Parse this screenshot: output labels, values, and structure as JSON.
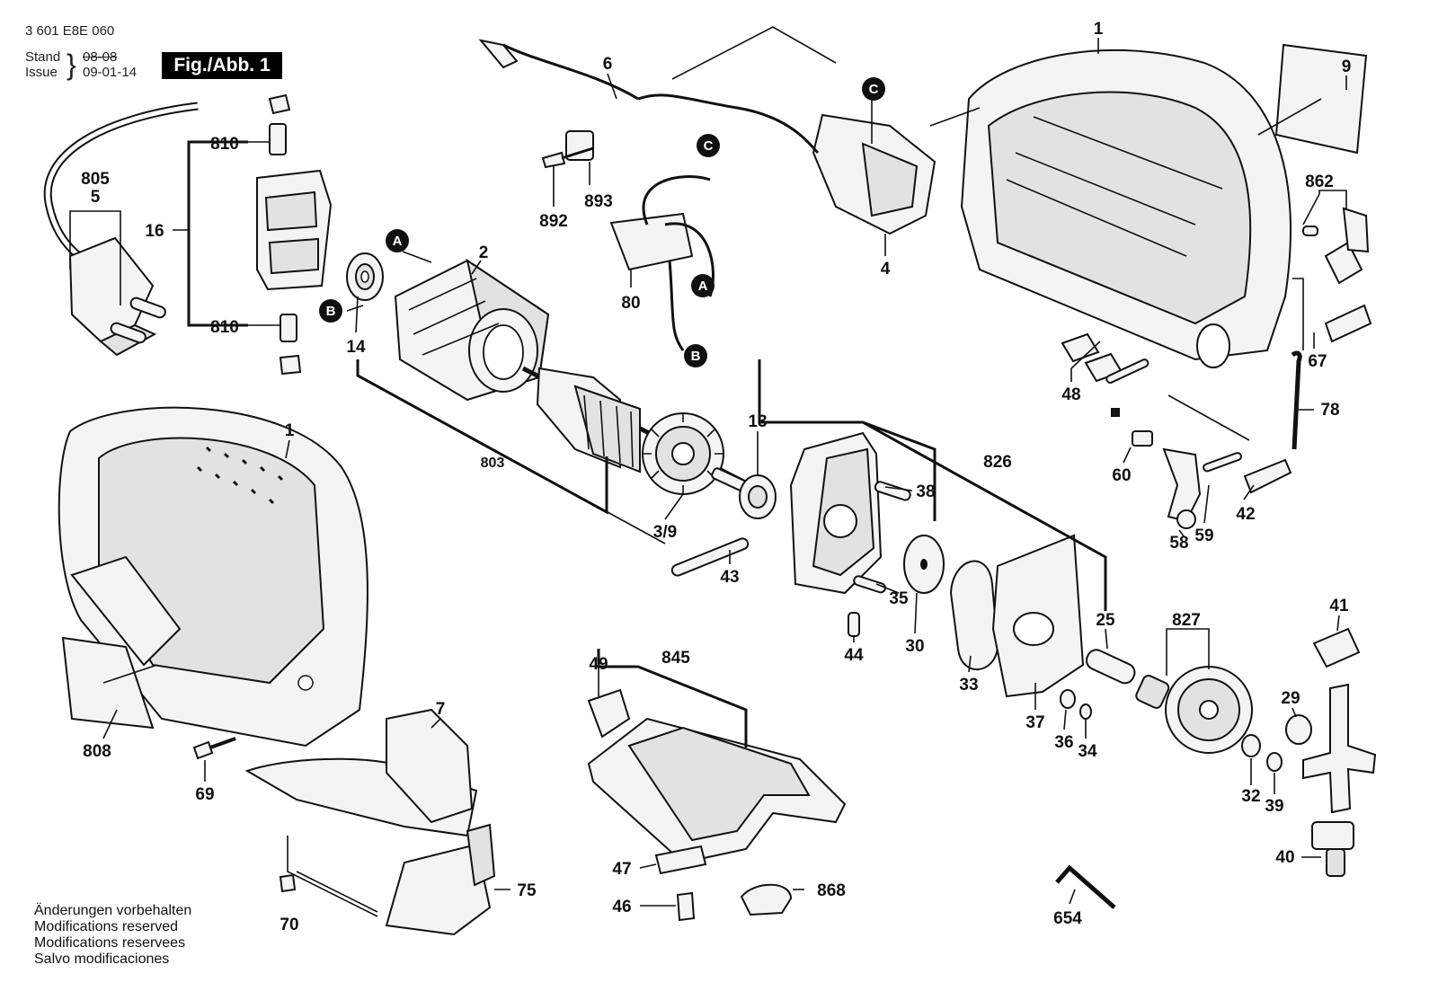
{
  "header": {
    "doc_number": "3 601 E8E 060",
    "stand_label": "Stand",
    "issue_label": "Issue",
    "stand_date": "08-08",
    "issue_date": "09-01-14",
    "figure": "Fig./Abb. 1"
  },
  "notes": [
    "Änderungen vorbehalten",
    "Modifications reserved",
    "Modifications reservees",
    "Salvo modificaciones"
  ],
  "reference_markers": [
    "A",
    "B",
    "C"
  ],
  "callouts": [
    {
      "id": "c1a",
      "label": "1"
    },
    {
      "id": "c1b",
      "label": "1"
    },
    {
      "id": "c2",
      "label": "2"
    },
    {
      "id": "c4",
      "label": "4"
    },
    {
      "id": "c5",
      "label": "5"
    },
    {
      "id": "c6",
      "label": "6"
    },
    {
      "id": "c7",
      "label": "7"
    },
    {
      "id": "c9",
      "label": "9"
    },
    {
      "id": "c13",
      "label": "13"
    },
    {
      "id": "c14",
      "label": "14"
    },
    {
      "id": "c16",
      "label": "16"
    },
    {
      "id": "c25",
      "label": "25"
    },
    {
      "id": "c29",
      "label": "29"
    },
    {
      "id": "c30",
      "label": "30"
    },
    {
      "id": "c32",
      "label": "32"
    },
    {
      "id": "c33",
      "label": "33"
    },
    {
      "id": "c34",
      "label": "34"
    },
    {
      "id": "c35",
      "label": "35"
    },
    {
      "id": "c36",
      "label": "36"
    },
    {
      "id": "c37",
      "label": "37"
    },
    {
      "id": "c38",
      "label": "38"
    },
    {
      "id": "c39",
      "label": "39"
    },
    {
      "id": "c40",
      "label": "40"
    },
    {
      "id": "c41",
      "label": "41"
    },
    {
      "id": "c42",
      "label": "42"
    },
    {
      "id": "c43",
      "label": "43"
    },
    {
      "id": "c44",
      "label": "44"
    },
    {
      "id": "c46",
      "label": "46"
    },
    {
      "id": "c47",
      "label": "47"
    },
    {
      "id": "c48",
      "label": "48"
    },
    {
      "id": "c49",
      "label": "49"
    },
    {
      "id": "c58",
      "label": "58"
    },
    {
      "id": "c59",
      "label": "59"
    },
    {
      "id": "c60",
      "label": "60"
    },
    {
      "id": "c67",
      "label": "67"
    },
    {
      "id": "c69",
      "label": "69"
    },
    {
      "id": "c70",
      "label": "70"
    },
    {
      "id": "c75",
      "label": "75"
    },
    {
      "id": "c78",
      "label": "78"
    },
    {
      "id": "c80",
      "label": "80"
    },
    {
      "id": "c3_9",
      "label": "3/9"
    },
    {
      "id": "c654",
      "label": "654"
    },
    {
      "id": "c803",
      "label": "803"
    },
    {
      "id": "c805",
      "label": "805"
    },
    {
      "id": "c808",
      "label": "808"
    },
    {
      "id": "c810a",
      "label": "810"
    },
    {
      "id": "c810b",
      "label": "810"
    },
    {
      "id": "c826",
      "label": "826"
    },
    {
      "id": "c827",
      "label": "827"
    },
    {
      "id": "c845",
      "label": "845"
    },
    {
      "id": "c862",
      "label": "862"
    },
    {
      "id": "c868",
      "label": "868"
    },
    {
      "id": "c892",
      "label": "892"
    },
    {
      "id": "c893",
      "label": "893"
    }
  ]
}
